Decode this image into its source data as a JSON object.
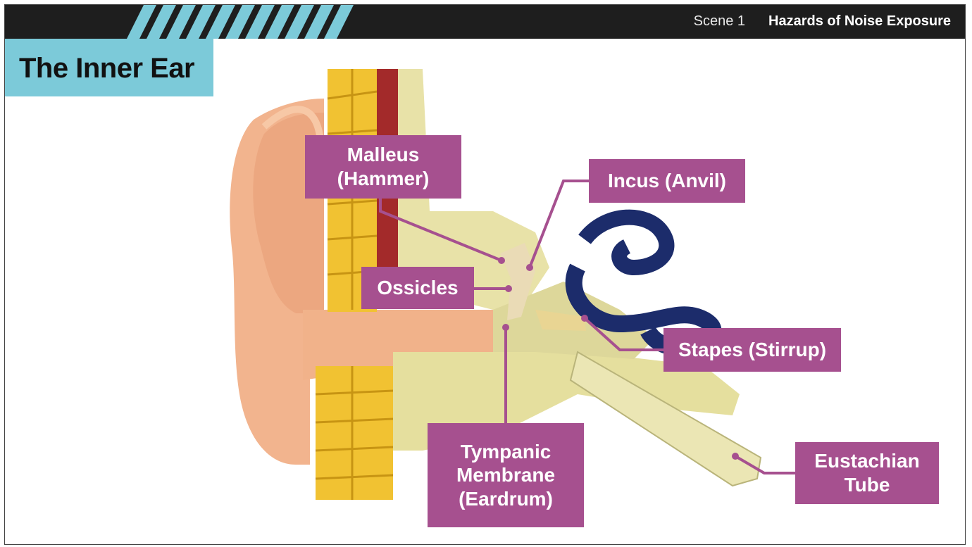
{
  "header": {
    "scene": "Scene 1",
    "title": "Hazards of Noise Exposure"
  },
  "page_title": "The Inner Ear",
  "labels": {
    "malleus": "Malleus (Hammer)",
    "incus": "Incus (Anvil)",
    "ossicles": "Ossicles",
    "stapes": "Stapes (Stirrup)",
    "tympanic": "Tympanic Membrane (Eardrum)",
    "eustachian": "Eustachian Tube"
  },
  "colors": {
    "header_bg": "#1e1e1e",
    "accent": "#7ccad9",
    "label_bg": "#a6508f",
    "leader": "#a6508f"
  }
}
